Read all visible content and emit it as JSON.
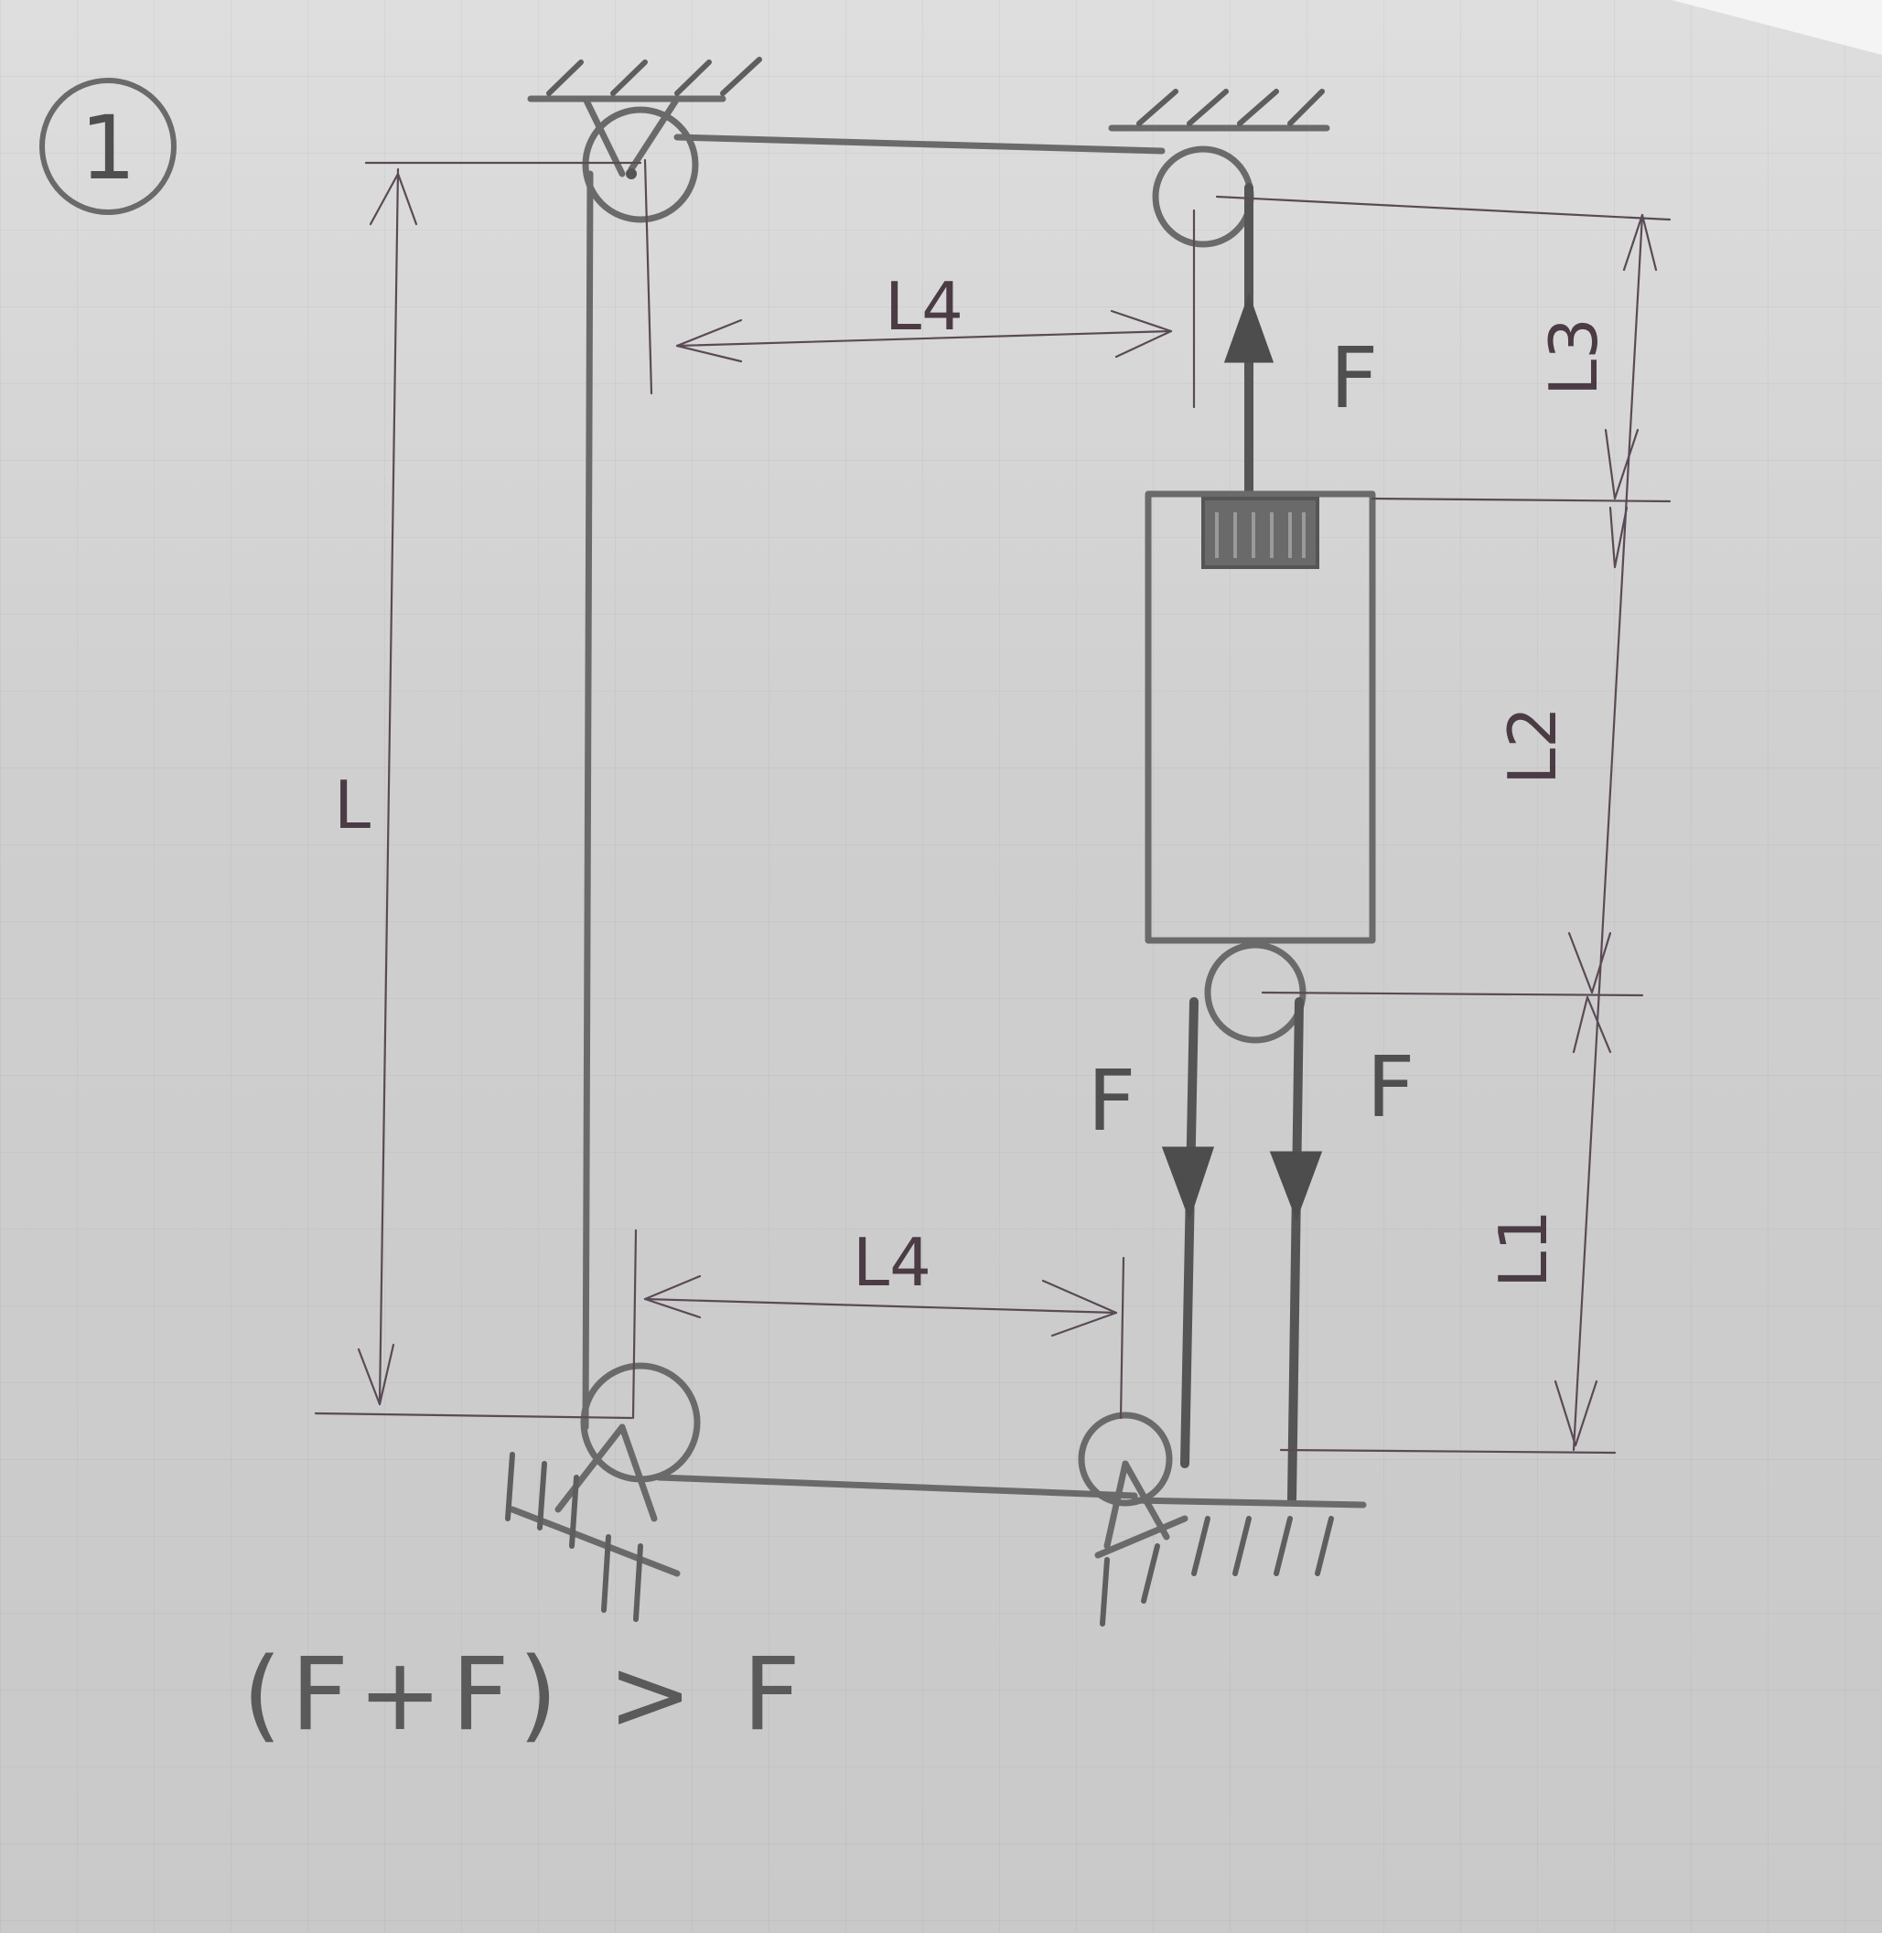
{
  "figure_number": "1",
  "labels": {
    "force": "F",
    "length_total": "L",
    "length_l1": "L1",
    "length_l2": "L2",
    "length_l3": "L3",
    "length_l4": "L4"
  },
  "inequality": "(F+F) > F"
}
